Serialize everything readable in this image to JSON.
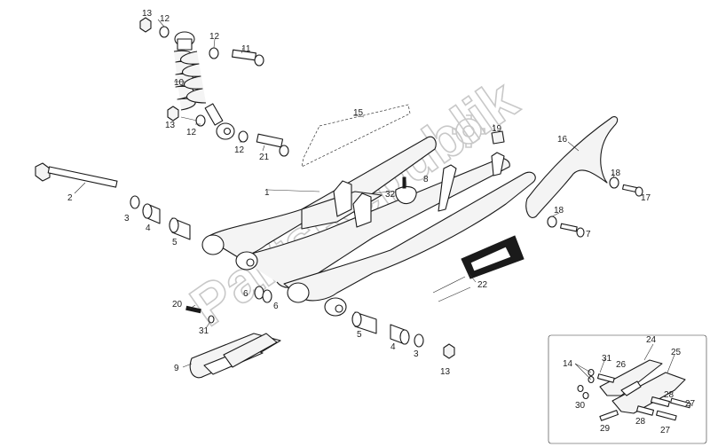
{
  "watermark": {
    "text": "PartsRepublik"
  },
  "callouts": {
    "c1": "1",
    "c2": "2",
    "c3a": "3",
    "c3b": "3",
    "c4a": "4",
    "c4b": "4",
    "c5a": "5",
    "c5b": "5",
    "c6a": "6",
    "c6b": "6",
    "c7": "7",
    "c8": "8",
    "c9": "9",
    "c10": "10",
    "c11": "11",
    "c12a": "12",
    "c12b": "12",
    "c12c": "12",
    "c12d": "12",
    "c13a": "13",
    "c13b": "13",
    "c13c": "13",
    "c14": "14",
    "c15": "15",
    "c16": "16",
    "c17": "17",
    "c18a": "18",
    "c18b": "18",
    "c19": "19",
    "c20": "20",
    "c21": "21",
    "c22": "22",
    "c24": "24",
    "c25": "25",
    "c26": "26",
    "c27a": "27",
    "c27b": "27",
    "c28a": "28",
    "c28b": "28",
    "c29": "29",
    "c30": "30",
    "c31a": "31",
    "c31b": "31",
    "c32": "32"
  },
  "colors": {
    "line": "#1a1a1a",
    "watermark": "#c8c8c8"
  }
}
